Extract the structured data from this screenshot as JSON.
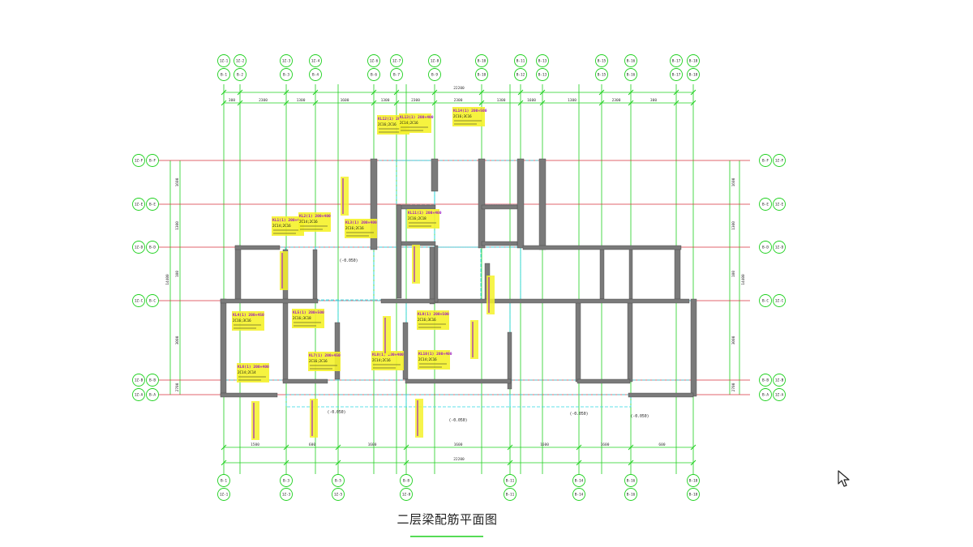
{
  "drawing": {
    "title": "二层梁配筋平面图",
    "total_dimension_top": "22200",
    "total_dimension_bottom": "22200",
    "overall_height_left": "14400",
    "overall_height_right": "14400"
  },
  "grid": {
    "top_axes": [
      {
        "upper": "1Z-1",
        "lower": "B-1"
      },
      {
        "upper": "1Z-2",
        "lower": "B-2"
      },
      {
        "upper": "1Z-3",
        "lower": "B-3"
      },
      {
        "upper": "1Z-4",
        "lower": "B-4"
      },
      {
        "upper": "1Z-6",
        "lower": "B-6"
      },
      {
        "upper": "1Z-7",
        "lower": "B-7"
      },
      {
        "upper": "1Z-8",
        "lower": "B-9"
      },
      {
        "upper": "B-10",
        "lower": "B-10"
      },
      {
        "upper": "B-11",
        "lower": "B-12"
      },
      {
        "upper": "B-13",
        "lower": "B-13"
      },
      {
        "upper": "B-15",
        "lower": "B-15"
      },
      {
        "upper": "B-16",
        "lower": "B-16"
      },
      {
        "upper": "B-17",
        "lower": "B-17"
      },
      {
        "upper": "B-18",
        "lower": "B-18"
      }
    ],
    "bottom_axes": [
      {
        "upper": "B-1",
        "lower": "1Z-1"
      },
      {
        "upper": "B-3",
        "lower": "1Z-3"
      },
      {
        "upper": "B-5",
        "lower": "1Z-5"
      },
      {
        "upper": "B-8",
        "lower": "1Z-8"
      },
      {
        "upper": "B-11",
        "lower": "B-11"
      },
      {
        "upper": "B-14",
        "lower": "B-14"
      },
      {
        "upper": "B-16",
        "lower": "B-16"
      },
      {
        "upper": "B-18",
        "lower": "B-18"
      }
    ],
    "side_axes": [
      {
        "outer": "1Z-F",
        "inner": "B-F"
      },
      {
        "outer": "1Z-E",
        "inner": "B-E"
      },
      {
        "outer": "1Z-D",
        "inner": "B-D"
      },
      {
        "outer": "1Z-C",
        "inner": "B-C"
      },
      {
        "outer": "1Z-B",
        "inner": "B-B"
      },
      {
        "outer": "1Z-A",
        "inner": "B-A"
      }
    ],
    "top_segment_dims": [
      "300",
      "2300",
      "1300",
      "1600",
      "1300",
      "2300",
      "2300",
      "1300",
      "1600",
      "1300",
      "2300",
      "300"
    ],
    "bottom_segment_dims": [
      "1500",
      "600",
      "1600",
      "1600",
      "1600",
      "1600",
      "600",
      "1500"
    ],
    "side_segment_dims_left": [
      "1600",
      "1300",
      "100",
      "3000",
      "2700",
      "100"
    ],
    "side_segment_dims_right": [
      "1600",
      "1300",
      "100",
      "3000",
      "2700",
      "100"
    ]
  },
  "beam_tags": [
    {
      "label": "KL1(1) 200×400",
      "sub": "2C14;2C16"
    },
    {
      "label": "KL2(1) 200×400",
      "sub": "2C14;2C16"
    },
    {
      "label": "KL3(1) 200×400",
      "sub": "2C16;2C16"
    },
    {
      "label": "KL4(1) 200×450",
      "sub": "2C16;3C16"
    },
    {
      "label": "KL5(1) 200×500",
      "sub": "2C16;3C18"
    },
    {
      "label": "KL6(1) 200×400",
      "sub": "2C14;2C14"
    },
    {
      "label": "KL7(1) 200×450",
      "sub": "2C16;2C16"
    },
    {
      "label": "KL8(1) 200×400",
      "sub": "2C14;2C16"
    },
    {
      "label": "KL9(1) 200×500",
      "sub": "2C16;3C16"
    },
    {
      "label": "KL10(1) 200×400",
      "sub": "2C14;2C16"
    },
    {
      "label": "KL11(1) 200×400",
      "sub": "2C16;2C18"
    },
    {
      "label": "KL12(1) 200×450",
      "sub": "2C16;2C16"
    },
    {
      "label": "KL13(1) 200×400",
      "sub": "2C14;2C16"
    },
    {
      "label": "KL14(1) 200×500",
      "sub": "2C16;3C16"
    }
  ],
  "elevation_marks": [
    "(-0.050)",
    "(-0.050)",
    "(-0.050)",
    "(-0.050)",
    "(-0.050)"
  ],
  "colors": {
    "grid_line": "#d9313e",
    "dimension": "#1fd11f",
    "wall": "#7a7a7a",
    "beam": "#2fd6e4",
    "tag_yellow": "#f5f22a",
    "tag_magenta": "#a020c0"
  },
  "cursor": {
    "icon": "mouse-pointer-icon"
  }
}
